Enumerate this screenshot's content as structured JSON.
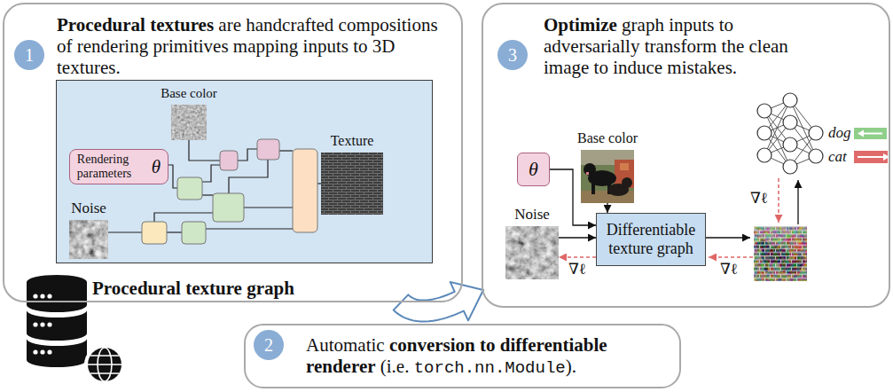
{
  "diagram": {
    "nodes": [
      {
        "text": [
          "Procedural textures",
          "are handcrafted compositions of rendering primitives mapping inputs to 3D textures."
        ]
      },
      {
        "text": [
          "1"
        ],
        "in": 0
      },
      {
        "text": [
          "Procedural texture graph"
        ],
        "in": 0
      },
      {
        "text": [
          "Base color"
        ],
        "in": 2
      },
      {
        "text": [
          "Rendering parameters",
          "θ"
        ],
        "in": 2
      },
      {
        "text": [
          "Noise"
        ],
        "in": 2
      },
      {
        "text": [
          "Texture"
        ],
        "in": 2
      },
      {
        "text": [
          "Optimize",
          "graph inputs to adversarially transform the clean image to induce mistakes."
        ]
      },
      {
        "text": [
          "3"
        ],
        "in": 7
      },
      {
        "text": [
          "θ"
        ],
        "in": 7
      },
      {
        "text": [
          "Base color"
        ],
        "in": 7
      },
      {
        "text": [
          "Noise"
        ],
        "in": 7
      },
      {
        "text": [
          "Differentiable texture graph"
        ],
        "in": 7
      },
      {
        "text": [
          "Automatic",
          "conversion to differentiable renderer",
          "(i.e.",
          "torch.nn.Module",
          ")."
        ]
      },
      {
        "text": [
          "2"
        ],
        "in": 13
      }
    ],
    "edges": [
      {
        "from": 0,
        "to": 7,
        "arrow": "to"
      },
      {
        "from": 9,
        "to": 12,
        "arrow": "to"
      },
      {
        "from": 10,
        "to": 12,
        "arrow": "to"
      },
      {
        "from": 11,
        "to": 12,
        "arrow": "to"
      },
      {
        "from": 12,
        "to": 11,
        "arrow": "to",
        "label": "∇ℓ"
      }
    ],
    "labels": [
      "dog",
      "cat",
      "∇ℓ",
      "∇ℓ"
    ]
  }
}
